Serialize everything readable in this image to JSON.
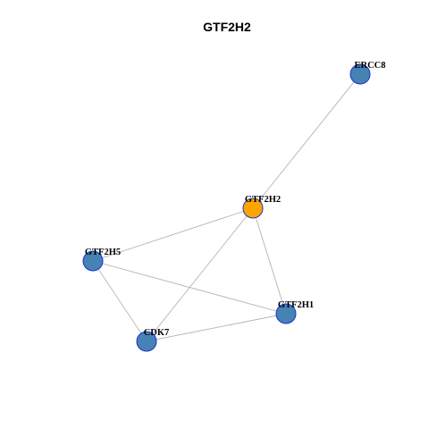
{
  "graph": {
    "title": "GTF2H2",
    "colors": {
      "edge": "#b3b3b3",
      "node_fill": "#4682b4",
      "node_border": "#1a33cc",
      "focus_fill": "#ffa500"
    },
    "nodes": [
      {
        "id": "ERCC8",
        "label": "ERCC8",
        "focus": false
      },
      {
        "id": "GTF2H2",
        "label": "GTF2H2",
        "focus": true
      },
      {
        "id": "GTF2H5",
        "label": "GTF2H5",
        "focus": false
      },
      {
        "id": "GTF2H1",
        "label": "GTF2H1",
        "focus": false
      },
      {
        "id": "CDK7",
        "label": "CDK7",
        "focus": false
      }
    ],
    "edges": [
      [
        "ERCC8",
        "GTF2H2"
      ],
      [
        "GTF2H2",
        "GTF2H5"
      ],
      [
        "GTF2H2",
        "CDK7"
      ],
      [
        "GTF2H2",
        "GTF2H1"
      ],
      [
        "GTF2H5",
        "GTF2H1"
      ],
      [
        "GTF2H5",
        "CDK7"
      ],
      [
        "CDK7",
        "GTF2H1"
      ]
    ]
  }
}
